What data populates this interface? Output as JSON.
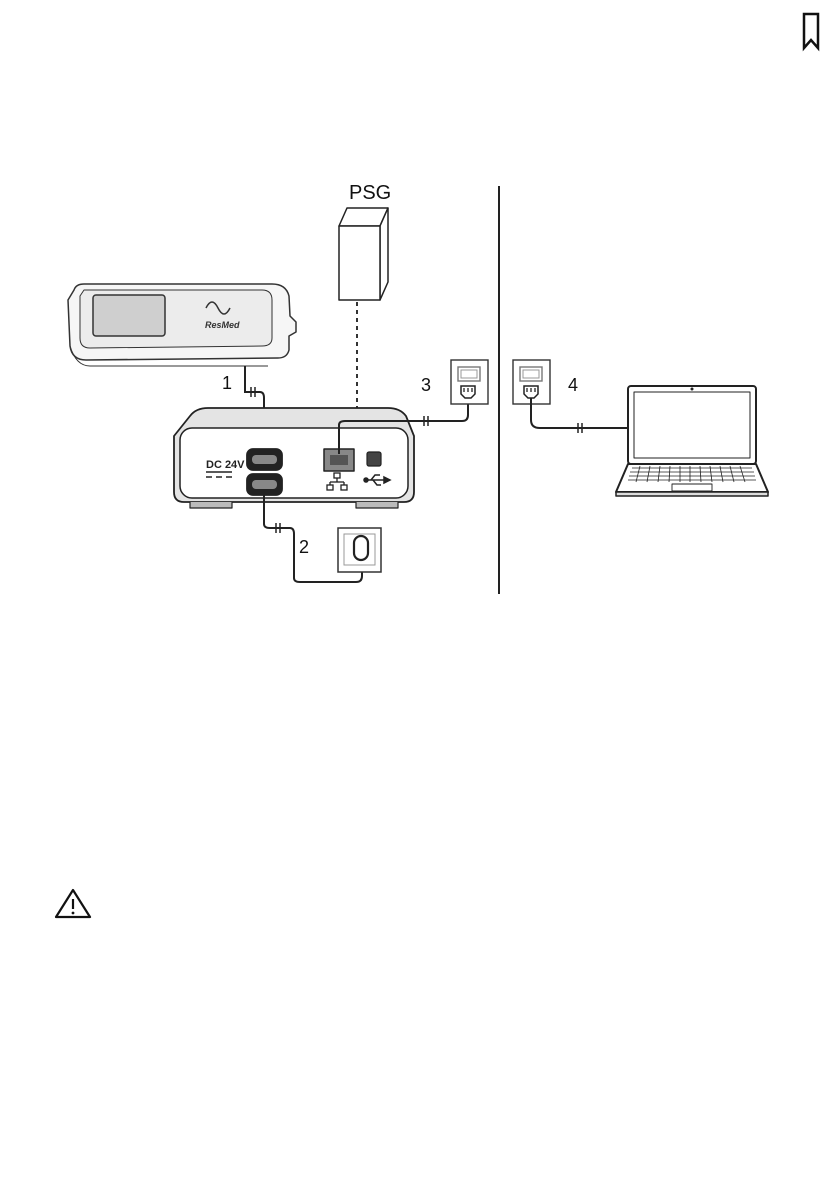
{
  "diagram": {
    "psg_label": "PSG",
    "callouts": [
      "1",
      "2",
      "3",
      "4"
    ],
    "device_brand": "ResMed",
    "dc_label": "DC 24V"
  },
  "icons": {
    "bookmark": "bookmark-icon",
    "warning": "warning-triangle-icon",
    "network_port": "network-icon",
    "usb": "usb-icon"
  }
}
